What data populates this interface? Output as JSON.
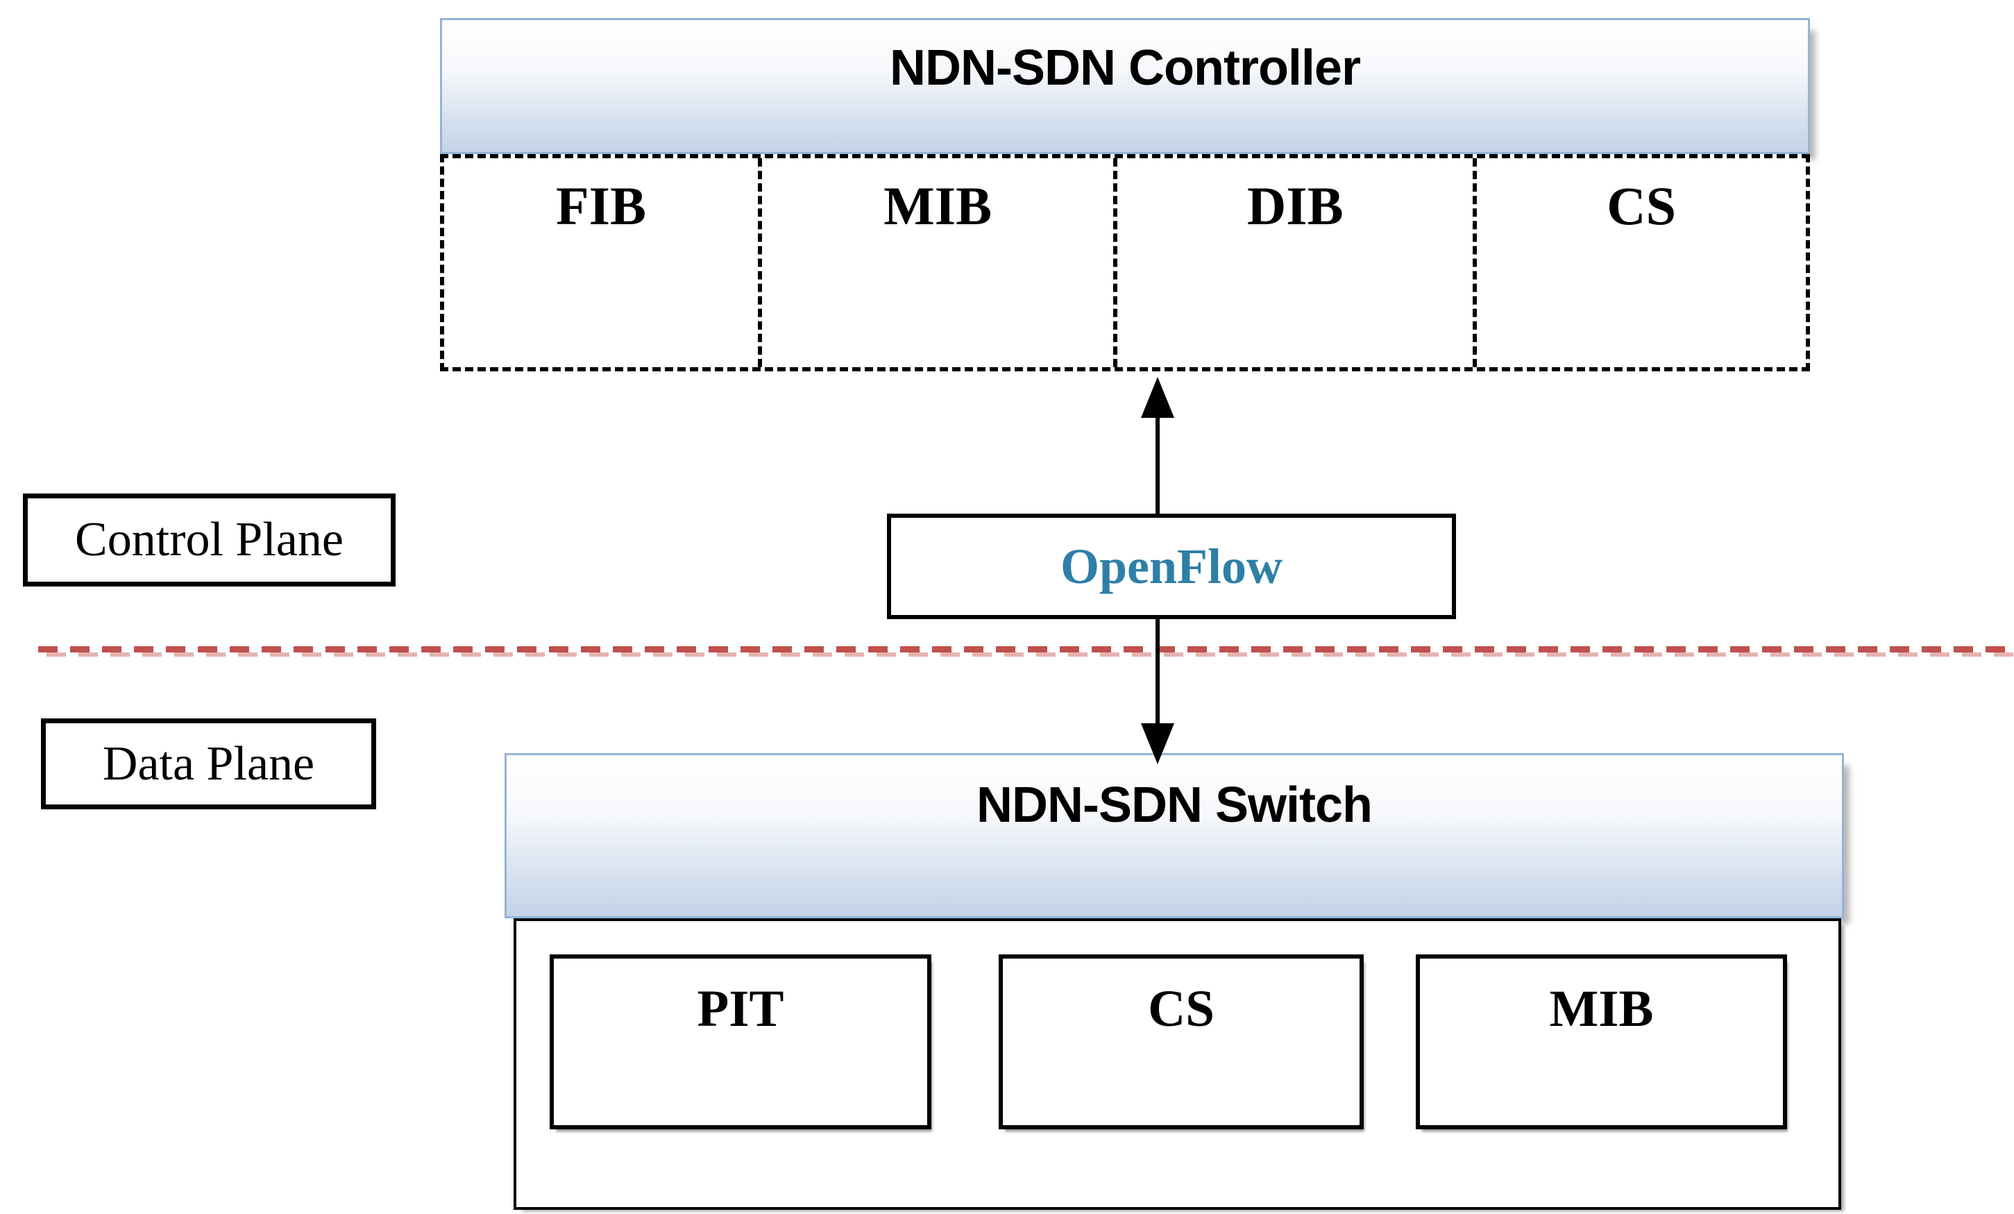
{
  "controller": {
    "title": "NDN-SDN Controller",
    "cells": [
      "FIB",
      "MIB",
      "DIB",
      "CS"
    ]
  },
  "openflow": {
    "label": "OpenFlow"
  },
  "planes": {
    "control_label": "Control Plane",
    "data_label": "Data Plane"
  },
  "switch": {
    "title": "NDN-SDN Switch",
    "cells": [
      "PIT",
      "CS",
      "MIB"
    ]
  },
  "icons": {
    "arrow_up": "up-arrowhead",
    "arrow_down": "down-arrowhead"
  },
  "colors": {
    "header_border": "#95B3D7",
    "header_top": "#FFFFFF",
    "header_bottom": "#C5D3E8",
    "openflow_text": "#2E7FA8",
    "line_black": "#000000",
    "red_dash": "#C0504D",
    "red_dash_shadow": "#E4B3B1",
    "background": "#FFFFFF"
  }
}
